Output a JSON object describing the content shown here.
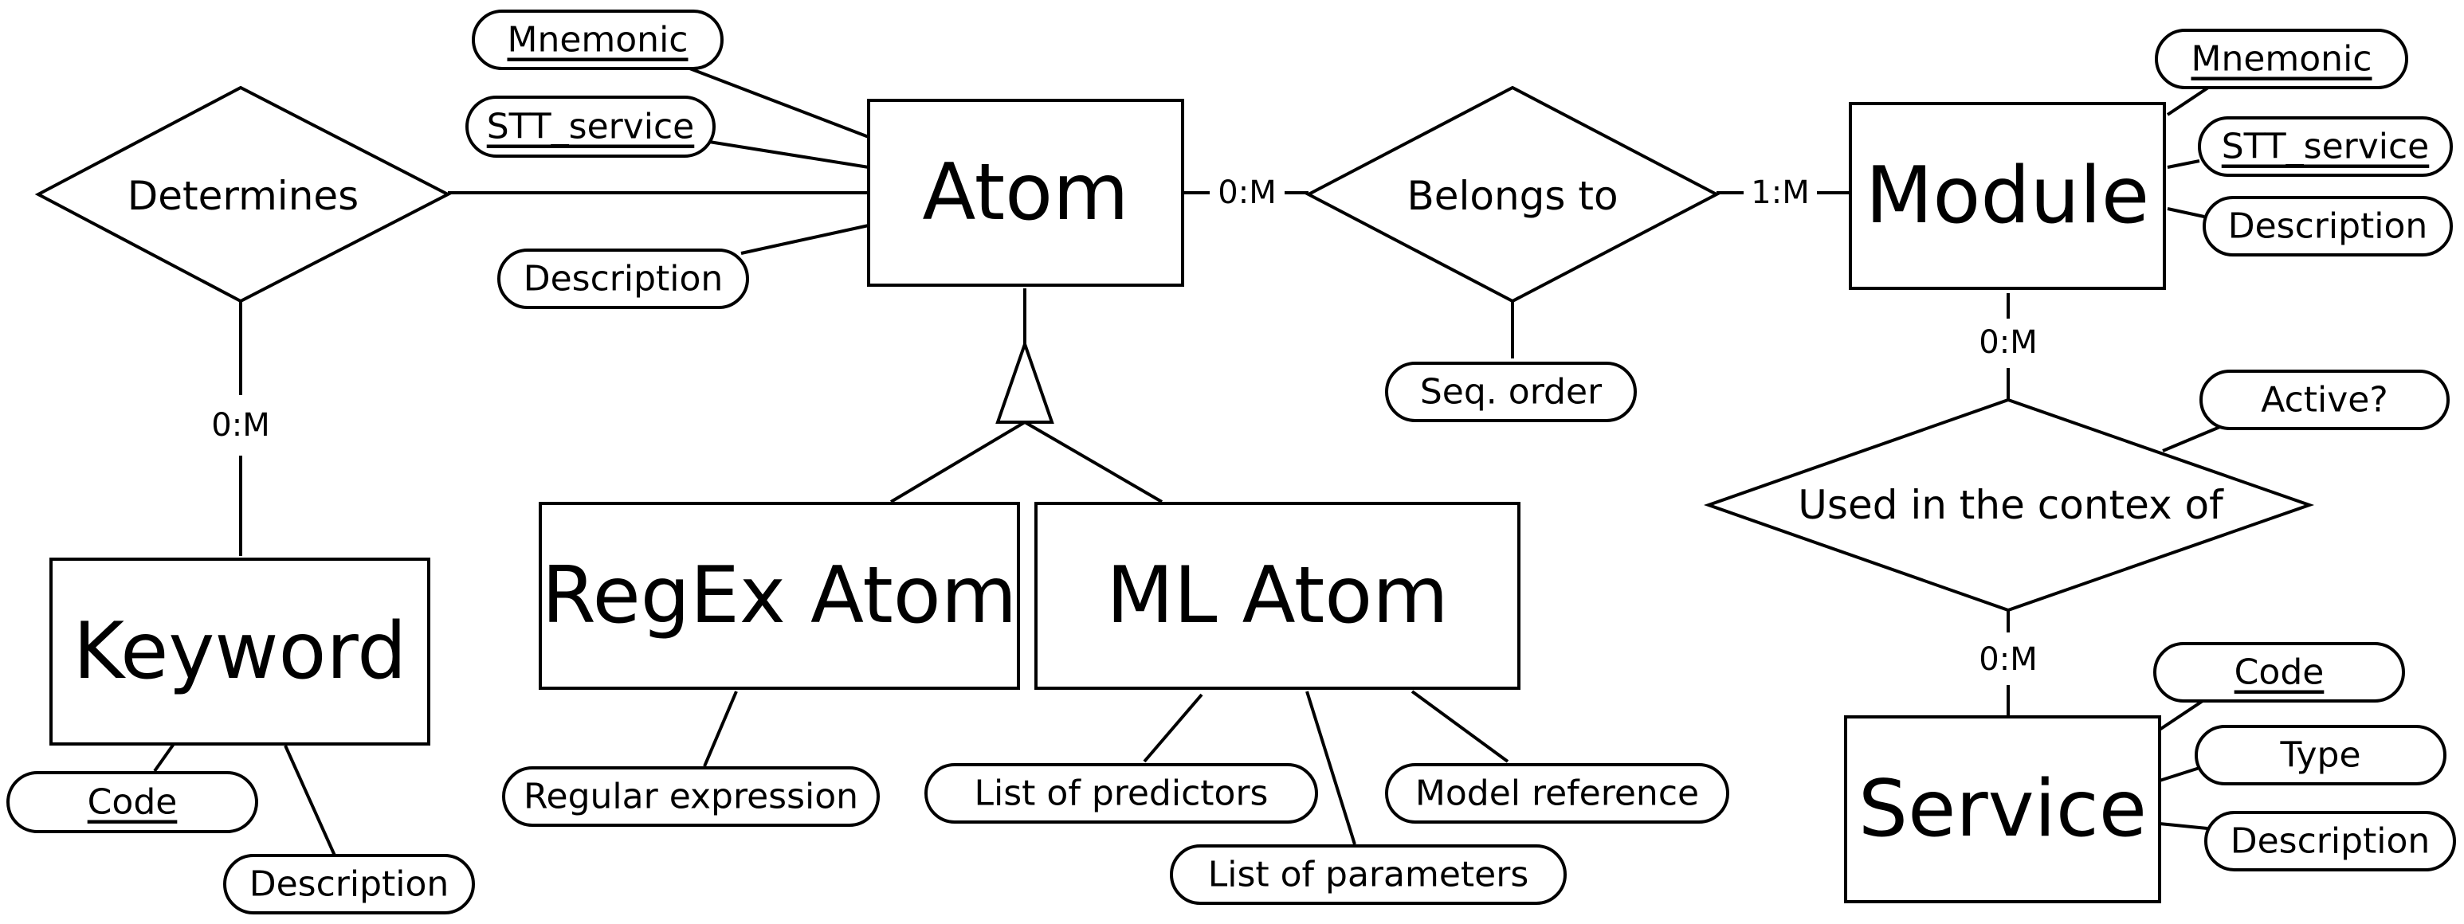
{
  "entities": {
    "atom": "Atom",
    "module": "Module",
    "keyword": "Keyword",
    "regex_atom": "RegEx Atom",
    "ml_atom": "ML Atom",
    "service": "Service"
  },
  "relationships": {
    "determines": "Determines",
    "belongs_to": "Belongs to",
    "used_in": "Used in the contex of"
  },
  "attributes": {
    "atom_mnemonic": "Mnemonic",
    "atom_stt": "STT_service",
    "atom_description": "Description",
    "module_mnemonic": "Mnemonic",
    "module_stt": "STT_service",
    "module_description": "Description",
    "seq_order": "Seq. order",
    "active": "Active?",
    "keyword_code": "Code",
    "keyword_description": "Description",
    "regular_expression": "Regular expression",
    "list_of_predictors": "List of predictors",
    "list_of_parameters": "List of parameters",
    "model_reference": "Model reference",
    "service_code": "Code",
    "service_type": "Type",
    "service_description": "Description"
  },
  "cardinalities": {
    "atom_belongs": "0:M",
    "belongs_module": "1:M",
    "determines_keyword": "0:M",
    "module_used": "0:M",
    "used_service": "0:M"
  }
}
